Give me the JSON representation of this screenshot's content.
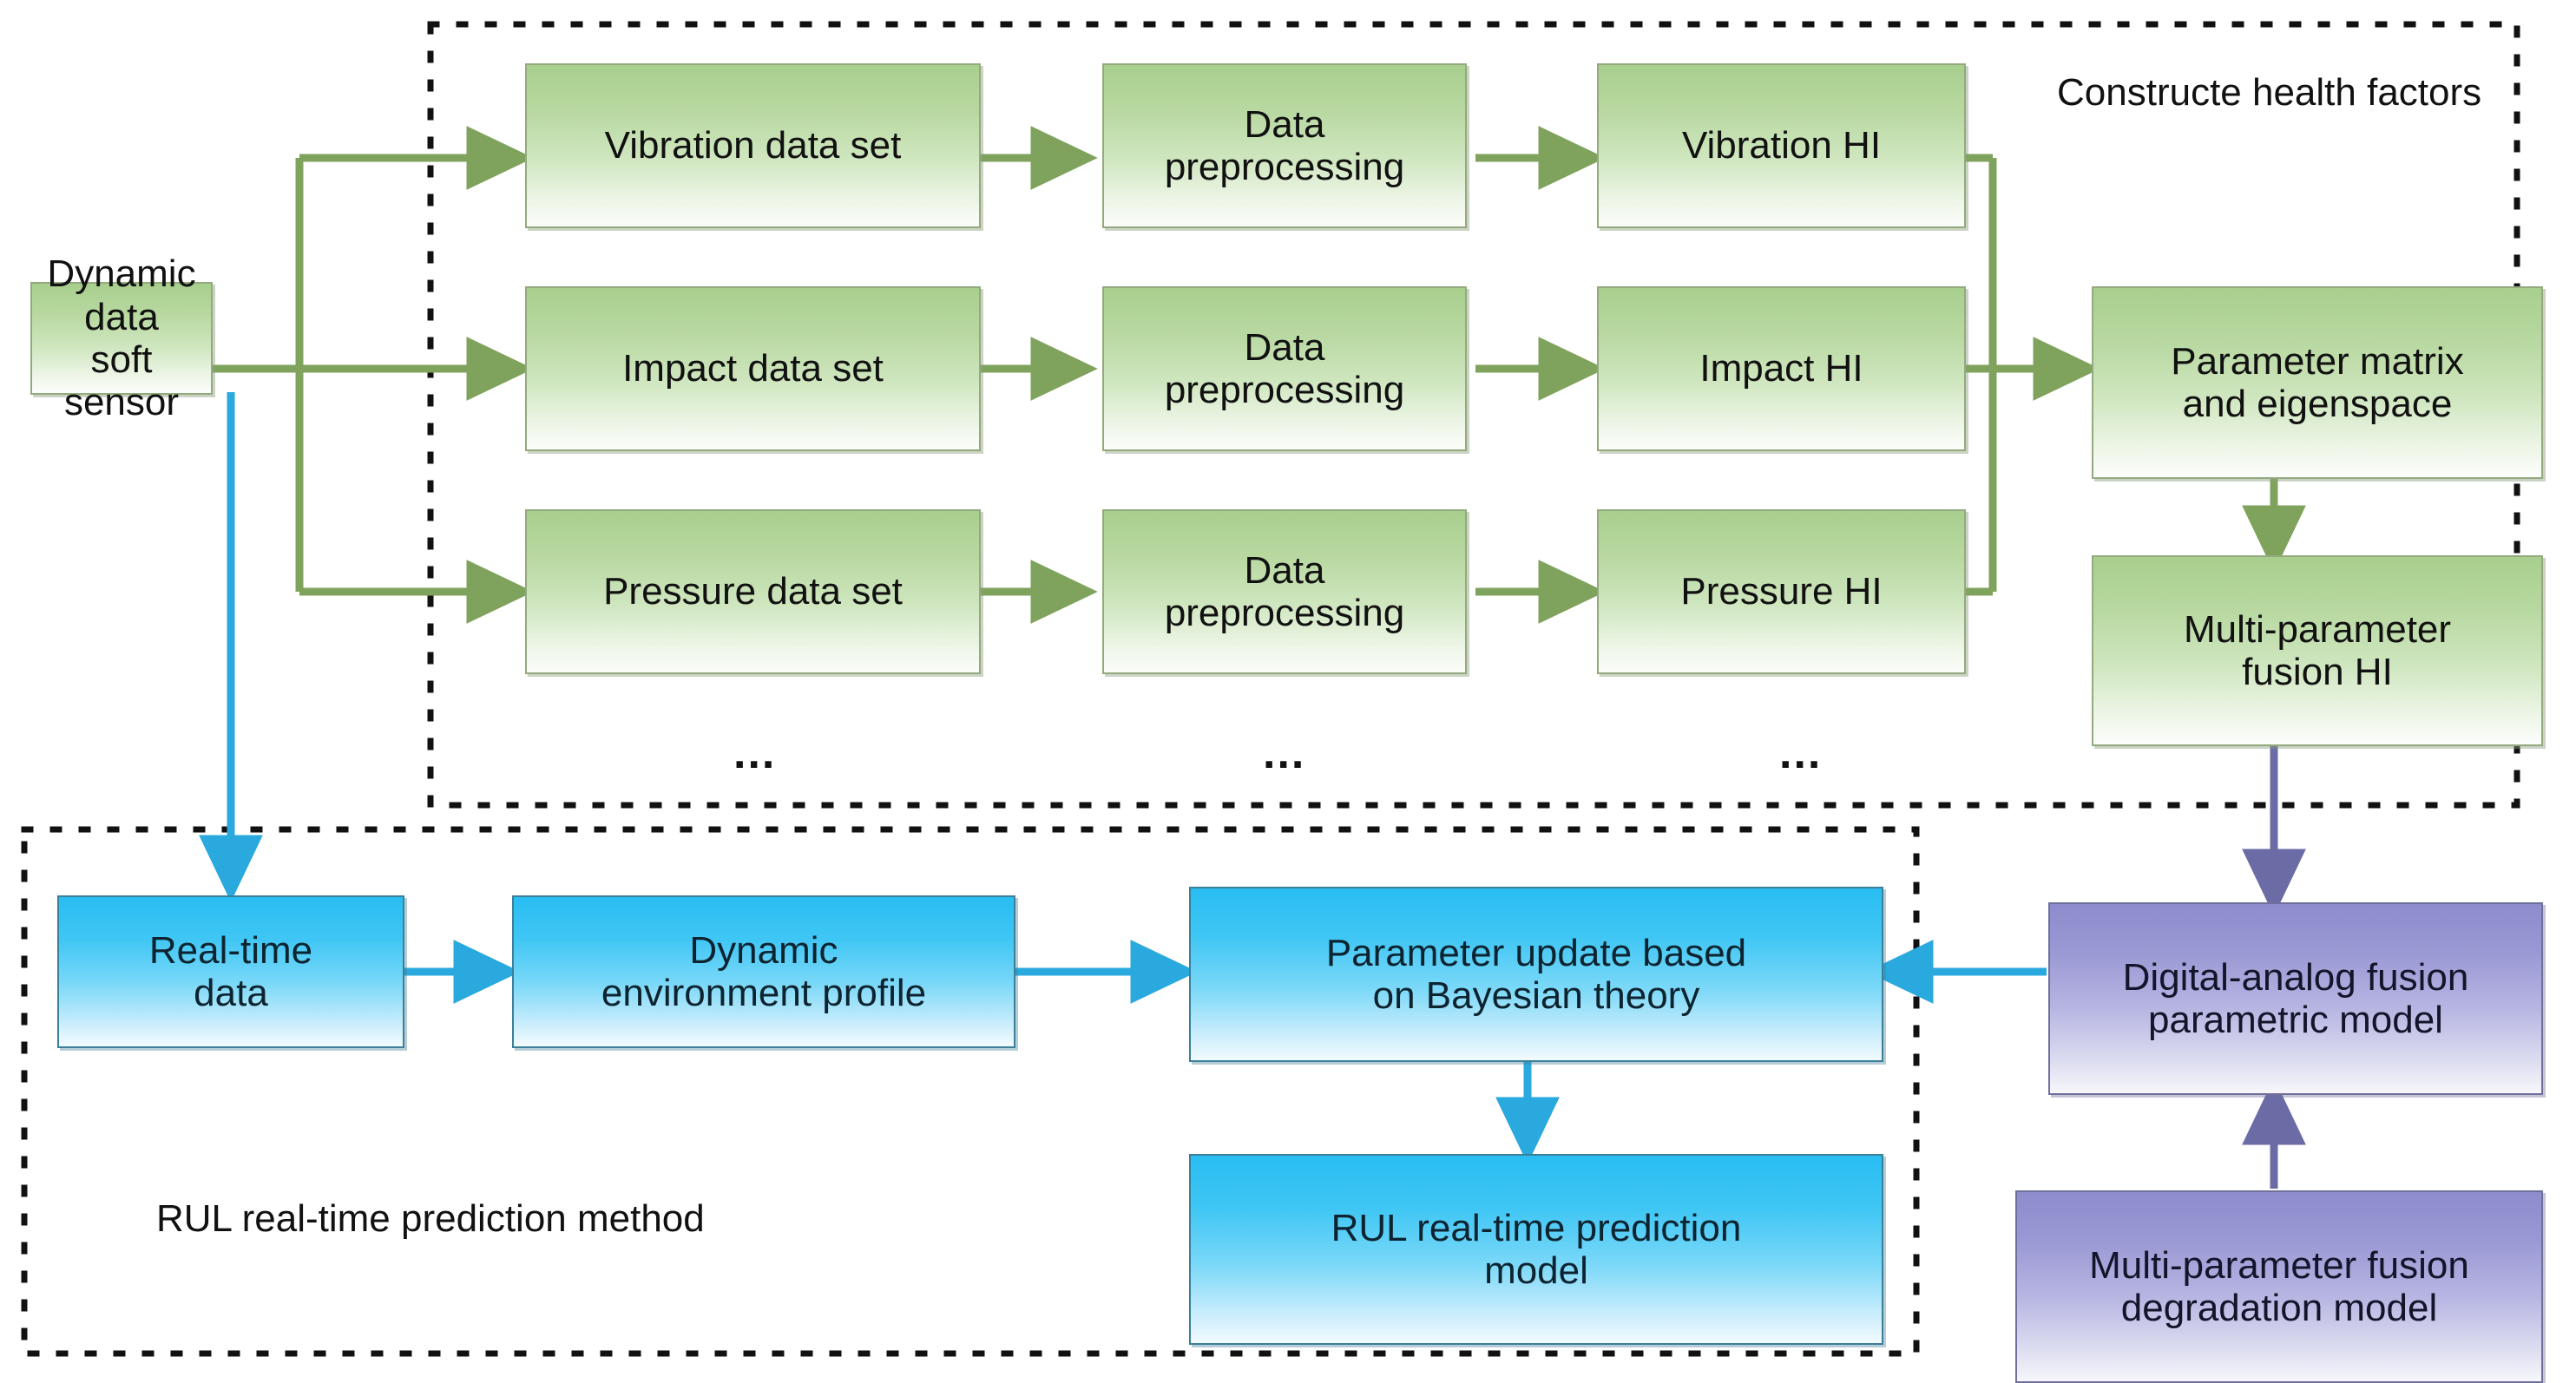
{
  "diagram": {
    "title": "Dynamic data soft sensor RUL prediction framework",
    "colors": {
      "green": "#b9d9a2",
      "green_border": "#93a97e",
      "green_arrow": "#7fa35c",
      "blue": "#3fc6f4",
      "blue_border": "#3b7f99",
      "blue_arrow": "#29a9dd",
      "purple": "#9a99d4",
      "purple_border": "#6f6f9c",
      "purple_arrow": "#6b6ba6",
      "dotted_border": "#1a1a1a",
      "background": "#ffffff"
    },
    "groups": [
      {
        "id": "construct-health-factors",
        "label": "Constructe health factors"
      },
      {
        "id": "rul-method",
        "label": "RUL real-time prediction method"
      }
    ],
    "nodes": {
      "soft_sensor": {
        "label": "Dynamic data\nsoft sensor",
        "color": "green"
      },
      "vibration_ds": {
        "label": "Vibration data set",
        "color": "green"
      },
      "impact_ds": {
        "label": "Impact data set",
        "color": "green"
      },
      "pressure_ds": {
        "label": "Pressure data set",
        "color": "green"
      },
      "prep_1": {
        "label": "Data\npreprocessing",
        "color": "green"
      },
      "prep_2": {
        "label": "Data\npreprocessing",
        "color": "green"
      },
      "prep_3": {
        "label": "Data\npreprocessing",
        "color": "green"
      },
      "vibration_hi": {
        "label": "Vibration HI",
        "color": "green"
      },
      "impact_hi": {
        "label": "Impact HI",
        "color": "green"
      },
      "pressure_hi": {
        "label": "Pressure HI",
        "color": "green"
      },
      "param_matrix": {
        "label": "Parameter matrix\nand eigenspace",
        "color": "green"
      },
      "fusion_hi": {
        "label": "Multi-parameter\nfusion HI",
        "color": "green"
      },
      "realtime_data": {
        "label": "Real-time\ndata",
        "color": "blue"
      },
      "env_profile": {
        "label": "Dynamic\nenvironment profile",
        "color": "blue"
      },
      "bayes_update": {
        "label": "Parameter update based\non Bayesian theory",
        "color": "blue"
      },
      "rul_model": {
        "label": "RUL real-time prediction\nmodel",
        "color": "blue"
      },
      "da_fusion": {
        "label": "Digital-analog fusion\nparametric model",
        "color": "purple"
      },
      "degradation": {
        "label": "Multi-parameter fusion\ndegradation model",
        "color": "purple"
      }
    },
    "ellipsis_markers": [
      "...",
      "...",
      "..."
    ],
    "edges": [
      {
        "from": "soft_sensor",
        "to": "vibration_ds",
        "color": "green"
      },
      {
        "from": "soft_sensor",
        "to": "impact_ds",
        "color": "green"
      },
      {
        "from": "soft_sensor",
        "to": "pressure_ds",
        "color": "green"
      },
      {
        "from": "vibration_ds",
        "to": "prep_1",
        "color": "green"
      },
      {
        "from": "impact_ds",
        "to": "prep_2",
        "color": "green"
      },
      {
        "from": "pressure_ds",
        "to": "prep_3",
        "color": "green"
      },
      {
        "from": "prep_1",
        "to": "vibration_hi",
        "color": "green"
      },
      {
        "from": "prep_2",
        "to": "impact_hi",
        "color": "green"
      },
      {
        "from": "prep_3",
        "to": "pressure_hi",
        "color": "green"
      },
      {
        "from": "vibration_hi",
        "to": "param_matrix",
        "color": "green"
      },
      {
        "from": "impact_hi",
        "to": "param_matrix",
        "color": "green"
      },
      {
        "from": "pressure_hi",
        "to": "param_matrix",
        "color": "green"
      },
      {
        "from": "param_matrix",
        "to": "fusion_hi",
        "color": "green"
      },
      {
        "from": "fusion_hi",
        "to": "da_fusion",
        "color": "purple"
      },
      {
        "from": "degradation",
        "to": "da_fusion",
        "color": "purple"
      },
      {
        "from": "soft_sensor",
        "to": "realtime_data",
        "color": "blue"
      },
      {
        "from": "realtime_data",
        "to": "env_profile",
        "color": "blue"
      },
      {
        "from": "env_profile",
        "to": "bayes_update",
        "color": "blue"
      },
      {
        "from": "da_fusion",
        "to": "bayes_update",
        "color": "blue"
      },
      {
        "from": "bayes_update",
        "to": "rul_model",
        "color": "blue"
      }
    ]
  }
}
